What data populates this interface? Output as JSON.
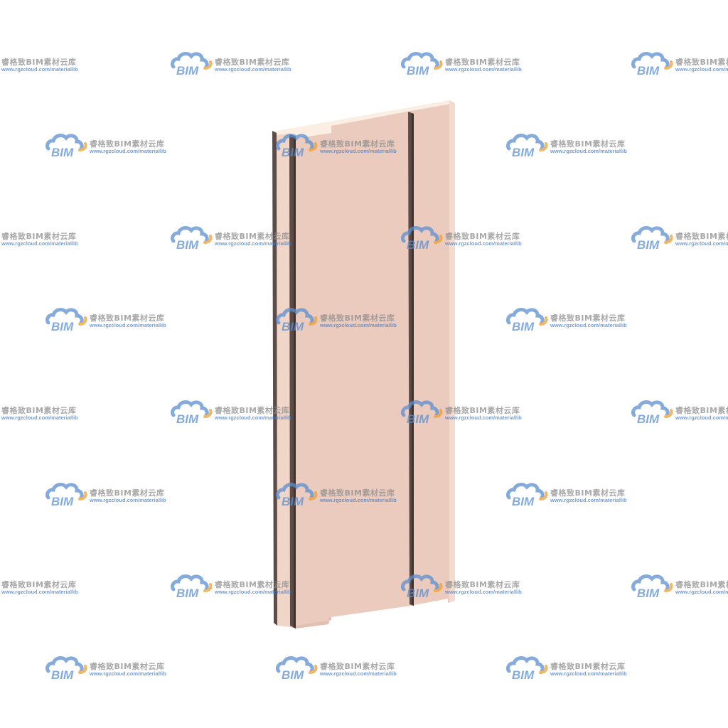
{
  "scene": {
    "subject": "wall-panel-3d-render",
    "colors": {
      "background": "#ffffff",
      "panel_face": "#ebcbbe",
      "panel_face_light": "#f0d6c9",
      "panel_top": "#fbeee2",
      "groove": "#5c4b47",
      "groove_shadow": "#3e322f"
    }
  },
  "watermark": {
    "logo_text": "BIM",
    "title": "睿格致BIM素材云库",
    "url": "www.rgzcloud.com/materiallib",
    "colors": {
      "cloud": "#5b8fd0",
      "accent": "#f0a030",
      "title": "#8c8c8c",
      "url": "#4a7cc0"
    }
  }
}
